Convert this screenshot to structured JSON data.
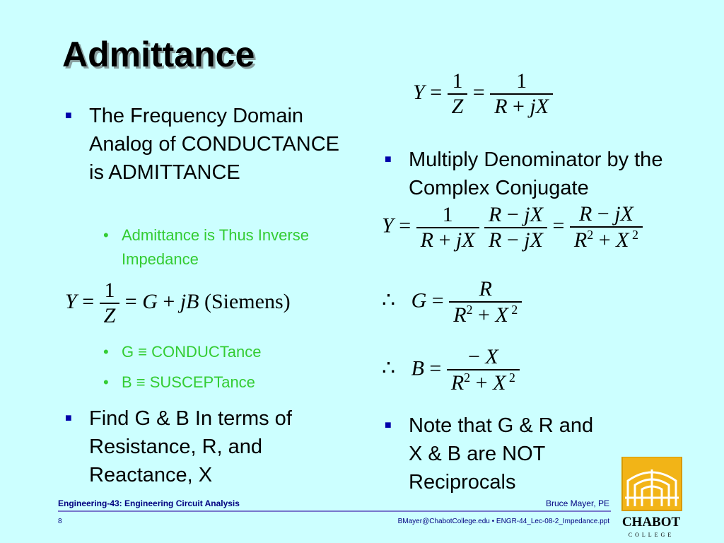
{
  "slide": {
    "title": "Admittance",
    "left_bullets": [
      {
        "text": "The Frequency Domain Analog of CONDUCTANCE is ADMITTANCE"
      },
      {
        "text": "Find G & B In terms of Resistance, R, and Reactance, X"
      }
    ],
    "sub_bullets": {
      "admittance_note": "Admittance is Thus Inverse Impedance",
      "g_def": "G ≡ CONDUCTance",
      "b_def": "B ≡ SUSCEPTance"
    },
    "right_bullets": {
      "multiply": "Multiply Denominator by the Complex Conjugate",
      "note": "Note that G & R and X & B  are NOT Reciprocals"
    },
    "equations": {
      "eq_admittance_units": "(Siemens)"
    }
  },
  "footer": {
    "course": "Engineering-43: Engineering Circuit Analysis",
    "author": "Bruce Mayer, PE",
    "page": "8",
    "email_file": "BMayer@ChabotCollege.edu  • ENGR-44_Lec-08-2_Impedance.ppt"
  },
  "logo": {
    "word": "CHABOT",
    "sub": "COLLEGE"
  },
  "colors": {
    "background": "#ccffff",
    "sub_bullet": "#33cc33",
    "bullet_marker": "#0000aa",
    "footer": "#000080"
  }
}
